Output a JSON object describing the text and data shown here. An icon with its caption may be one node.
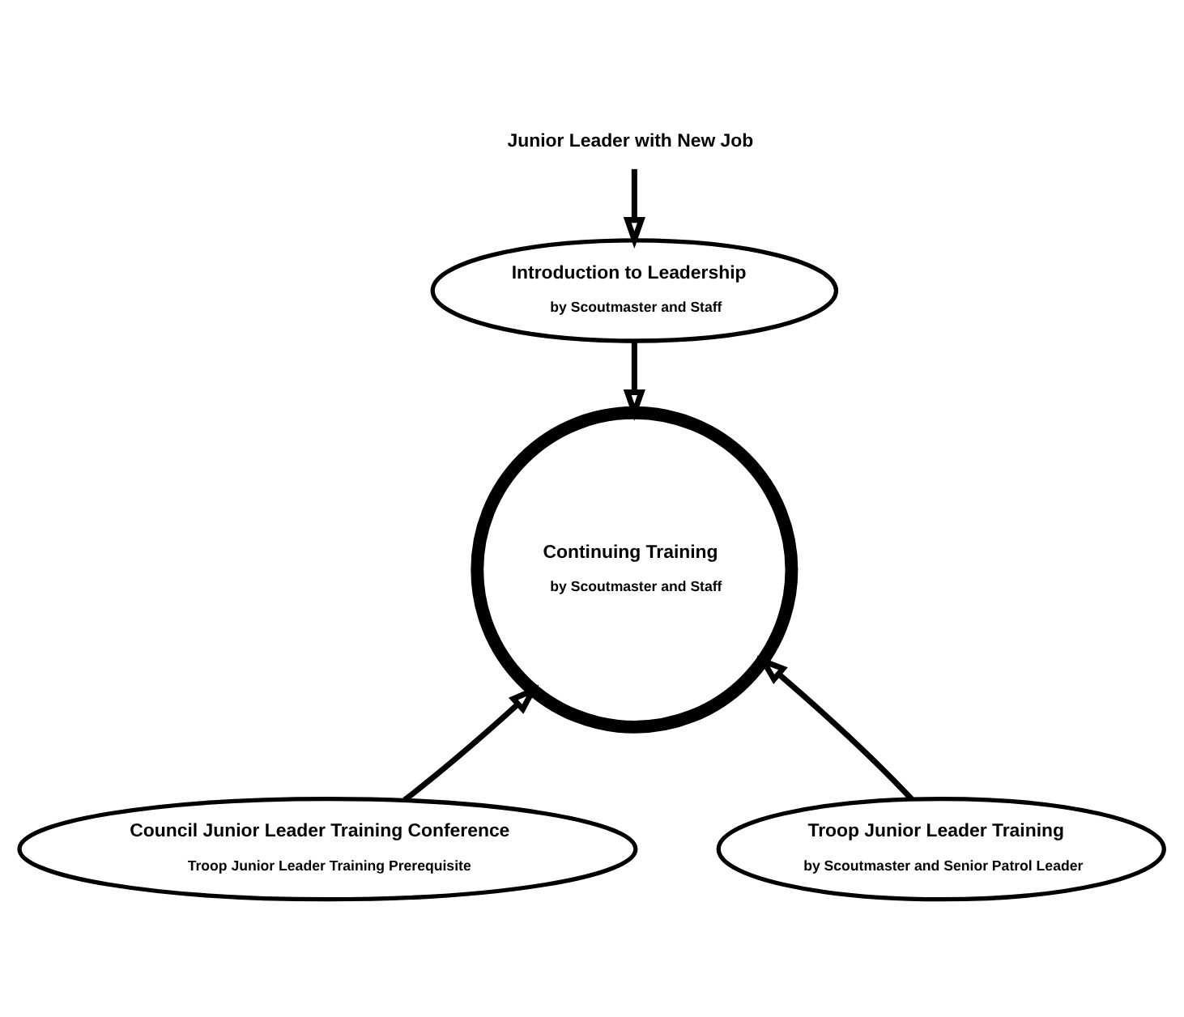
{
  "diagram": {
    "nodes": [
      {
        "text": [
          "Junior Leader with New Job"
        ]
      },
      {
        "text": [
          "Introduction to Leadership",
          "by Scoutmaster and Staff"
        ]
      },
      {
        "text": [
          "Continuing Training",
          "by Scoutmaster and Staff"
        ]
      },
      {
        "text": [
          "Council Junior Leader Training Conference",
          "Troop Junior Leader Training Prerequisite"
        ]
      },
      {
        "text": [
          "Troop Junior Leader Training",
          "by Scoutmaster and Senior Patrol Leader"
        ]
      }
    ],
    "edges": [
      {
        "from": 0,
        "to": 1,
        "arrow": "to"
      },
      {
        "from": 1,
        "to": 2,
        "arrow": "to"
      },
      {
        "from": 3,
        "to": 2,
        "arrow": "to"
      },
      {
        "from": 4,
        "to": 2,
        "arrow": "to"
      }
    ]
  }
}
